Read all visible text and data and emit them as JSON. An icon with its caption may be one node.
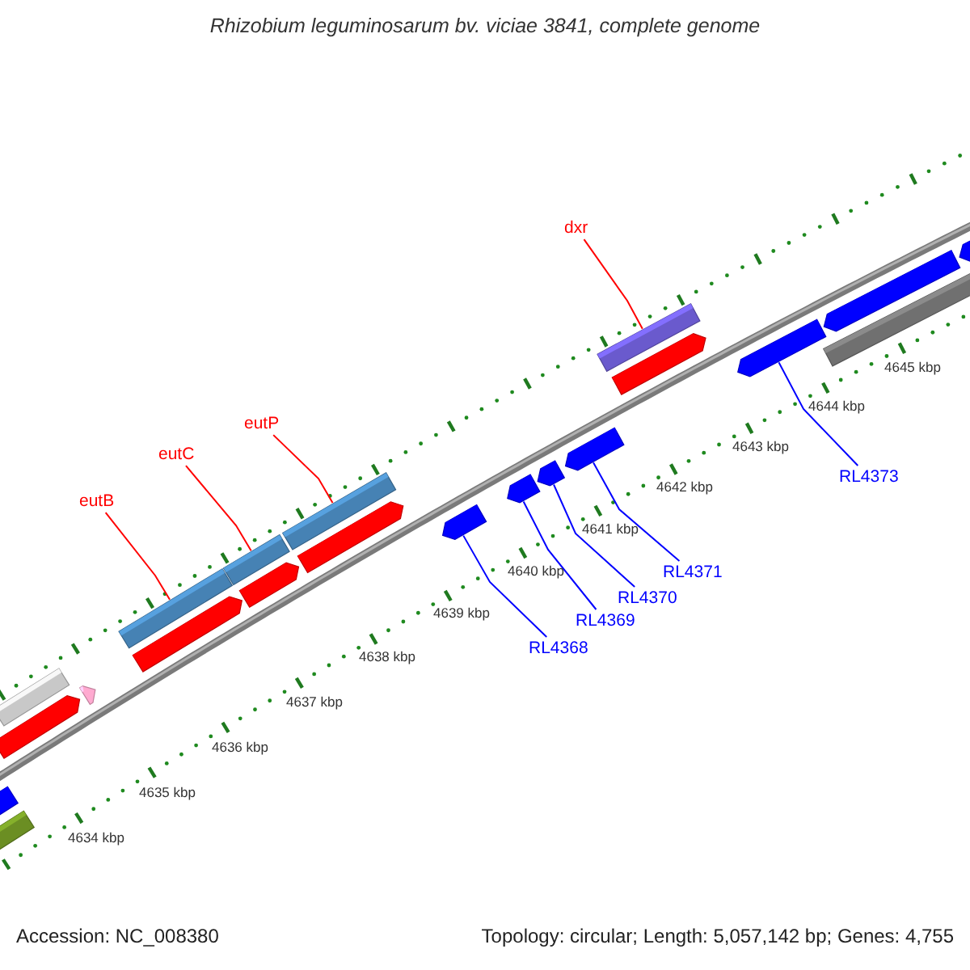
{
  "diagram": {
    "title": "Rhizobium leguminosarum bv. viciae 3841, complete genome",
    "nodes": [
      {
        "text": [
          "dxr"
        ]
      },
      {
        "text": [
          "eutP"
        ]
      },
      {
        "text": [
          "eutC"
        ]
      },
      {
        "text": [
          "RL4373"
        ]
      },
      {
        "text": [
          "eutB"
        ]
      },
      {
        "text": [
          "RL4371"
        ]
      },
      {
        "text": [
          "RL4370"
        ]
      },
      {
        "text": [
          "RL4369"
        ]
      },
      {
        "text": [
          "RL4368"
        ]
      },
      {
        "text": [],
        "shape": "bar"
      },
      {
        "text": [],
        "shape": "arrow"
      },
      {
        "text": [],
        "shape": "arrow"
      },
      {
        "text": [],
        "shape": "bar"
      },
      {
        "text": [],
        "shape": "arrow"
      },
      {
        "text": [],
        "shape": "bar"
      },
      {
        "text": [],
        "shape": "arrow"
      },
      {
        "text": [],
        "shape": "bar"
      },
      {
        "text": [],
        "shape": "arrow"
      },
      {
        "text": [],
        "shape": "bar"
      },
      {
        "text": [],
        "shape": "arrow"
      },
      {
        "text": [],
        "shape": "arrow"
      },
      {
        "text": [],
        "shape": "arrow"
      },
      {
        "text": [],
        "shape": "arrow"
      },
      {
        "text": [],
        "shape": "arrow"
      },
      {
        "text": [],
        "shape": "bar"
      },
      {
        "text": [],
        "shape": "arrow"
      },
      {
        "text": [],
        "shape": "arrow"
      },
      {
        "text": [],
        "shape": "arrow"
      },
      {
        "text": [],
        "shape": "bar"
      },
      {
        "text": [],
        "shape": "arrow"
      }
    ],
    "edges": [
      {
        "from": 0,
        "to": 24,
        "arrow": "none",
        "color": "#ff0000"
      },
      {
        "from": 1,
        "to": 18,
        "arrow": "none",
        "color": "#ff0000"
      },
      {
        "from": 2,
        "to": 16,
        "arrow": "none",
        "color": "#ff0000"
      },
      {
        "from": 3,
        "to": 26,
        "arrow": "none"
      },
      {
        "from": 4,
        "to": 14,
        "arrow": "none",
        "color": "#ff0000"
      },
      {
        "from": 5,
        "to": 23,
        "arrow": "none"
      },
      {
        "from": 6,
        "to": 22,
        "arrow": "none"
      },
      {
        "from": 7,
        "to": 21,
        "arrow": "none"
      },
      {
        "from": 8,
        "to": 20,
        "arrow": "none"
      }
    ],
    "labels": [
      "4645 kbp",
      "4644 kbp",
      "4643 kbp",
      "4642 kbp",
      "4641 kbp",
      "4640 kbp",
      "4639 kbp",
      "4638 kbp",
      "4637 kbp",
      "4636 kbp",
      "4635 kbp",
      "4634 kbp",
      "Accession: NC_008380",
      "Topology: circular; Length: 5,057,142 bp; Genes: 4,755"
    ]
  }
}
